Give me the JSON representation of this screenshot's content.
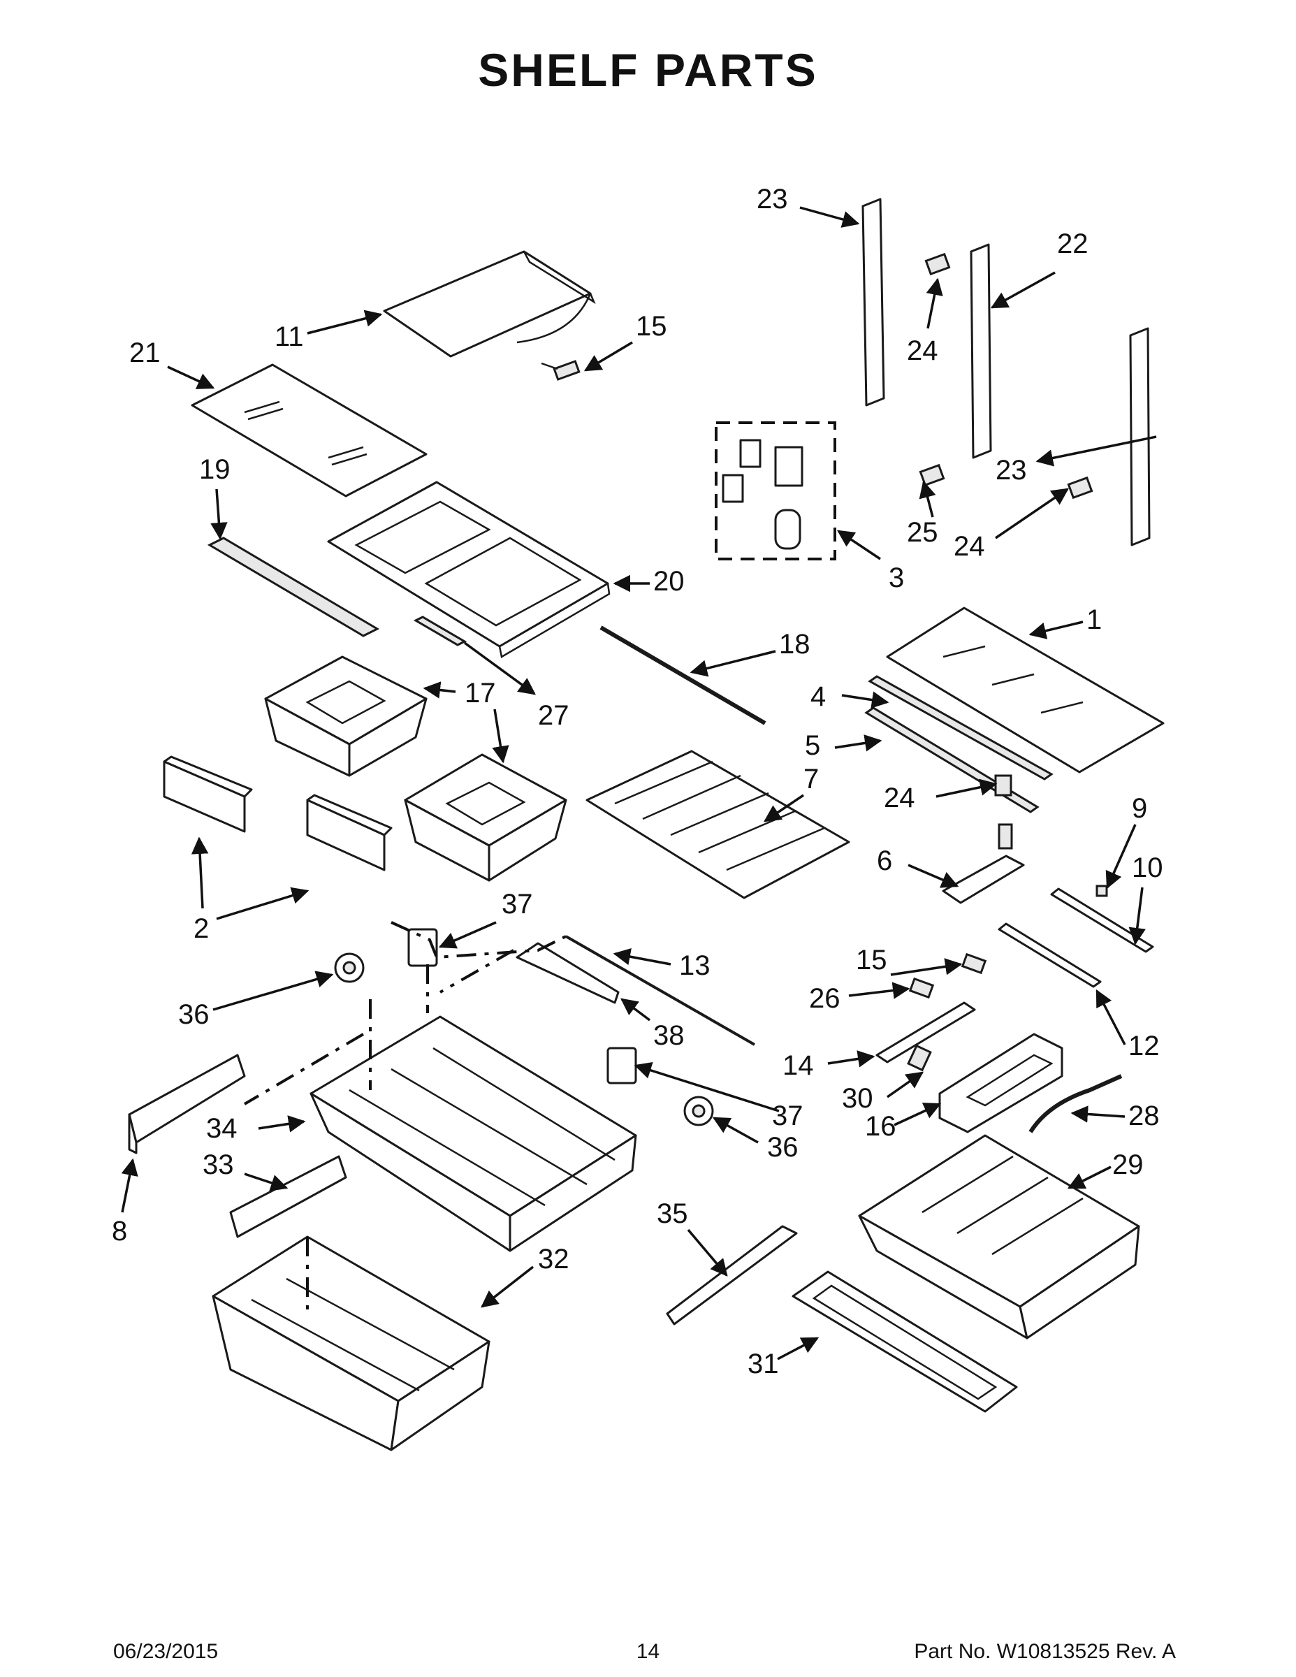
{
  "title": "SHELF PARTS",
  "callouts": {
    "c1": "1",
    "c2": "2",
    "c3": "3",
    "c4": "4",
    "c5": "5",
    "c6": "6",
    "c7": "7",
    "c8": "8",
    "c9": "9",
    "c10": "10",
    "c11": "11",
    "c12": "12",
    "c13": "13",
    "c14": "14",
    "c15a": "15",
    "c15b": "15",
    "c16": "16",
    "c17a": "17",
    "c18": "18",
    "c19": "19",
    "c20": "20",
    "c21": "21",
    "c22": "22",
    "c23a": "23",
    "c23b": "23",
    "c24a": "24",
    "c24b": "24",
    "c24c": "24",
    "c25": "25",
    "c26": "26",
    "c27": "27",
    "c28": "28",
    "c29": "29",
    "c30": "30",
    "c31": "31",
    "c32": "32",
    "c33": "33",
    "c34": "34",
    "c35": "35",
    "c36a": "36",
    "c36b": "36",
    "c37a": "37",
    "c37b": "37",
    "c38": "38"
  },
  "footer": {
    "date": "06/23/2015",
    "page": "14",
    "part_no": "Part No.  W10813525  Rev.  A"
  }
}
